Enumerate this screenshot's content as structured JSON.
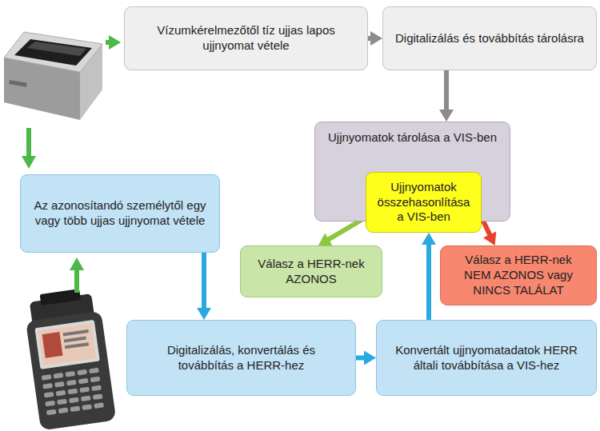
{
  "diagram": {
    "nodes": [
      {
        "text": [
          "Vízumkérelmezőtől tíz ujjas lapos ujjnyomat vétele"
        ]
      },
      {
        "text": [
          "Digitalizálás és továbbítás tárolásra"
        ]
      },
      {
        "text": [
          "Ujjnyomatok tárolása a VIS-ben"
        ]
      },
      {
        "text": [
          "Ujjnyomatok összehasonlítása a VIS-ben"
        ],
        "in": 2
      },
      {
        "text": [
          "Az azonosítandó személytől egy vagy több ujjas ujjnyomat vétele"
        ]
      },
      {
        "text": [
          "Válasz a HERR-nek",
          "AZONOS"
        ]
      },
      {
        "text": [
          "Válasz a HERR-nek",
          "NEM AZONOS vagy NINCS TALÁLAT"
        ]
      },
      {
        "text": [
          "Digitalizálás, konvertálás és továbbítás a HERR-hez"
        ]
      },
      {
        "text": [
          "Konvertált ujjnyomatadatok HERR általi továbbítása a VIS-hez"
        ]
      }
    ],
    "edges": [
      {
        "from": 0,
        "to": 1,
        "arrow": "to"
      },
      {
        "from": 1,
        "to": 2,
        "arrow": "to"
      },
      {
        "from": 3,
        "to": 5,
        "arrow": "to"
      },
      {
        "from": 3,
        "to": 6,
        "arrow": "to"
      },
      {
        "from": 4,
        "to": 7,
        "arrow": "to"
      },
      {
        "from": 7,
        "to": 8,
        "arrow": "to"
      },
      {
        "from": 8,
        "to": 3,
        "arrow": "to"
      }
    ]
  }
}
